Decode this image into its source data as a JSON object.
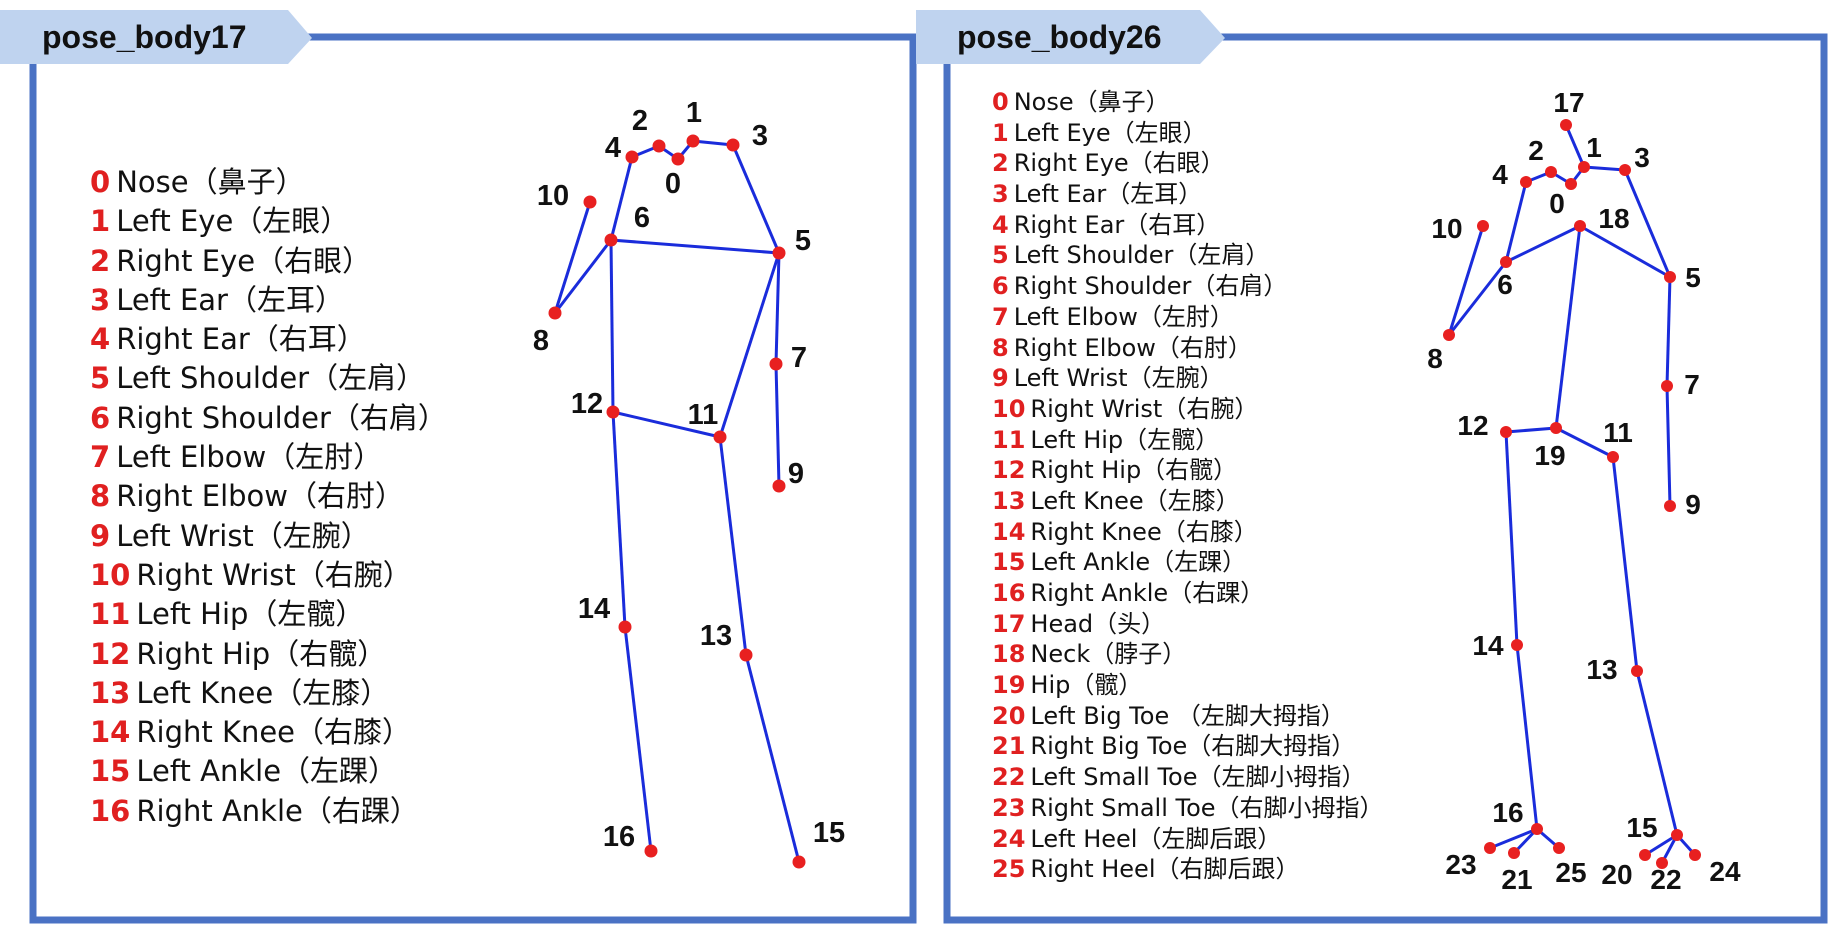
{
  "colors": {
    "frame": "#4a72c4",
    "tab_fill": "#bfd3ef",
    "bone": "#1a2cdb",
    "joint": "#e82020",
    "index_text": "#e02020"
  },
  "panels": [
    {
      "id": "body17",
      "title": "pose_body17",
      "keypoints": [
        {
          "id": "0",
          "label": "Nose（鼻子）"
        },
        {
          "id": "1",
          "label": "Left Eye（左眼）"
        },
        {
          "id": "2",
          "label": "Right Eye（右眼）"
        },
        {
          "id": "3",
          "label": "Left Ear（左耳）"
        },
        {
          "id": "4",
          "label": "Right Ear（右耳）"
        },
        {
          "id": "5",
          "label": "Left Shoulder（左肩）"
        },
        {
          "id": "6",
          "label": "Right Shoulder（右肩）"
        },
        {
          "id": "7",
          "label": "Left Elbow（左肘）"
        },
        {
          "id": "8",
          "label": "Right Elbow（右肘）"
        },
        {
          "id": "9",
          "label": "Left Wrist（左腕）"
        },
        {
          "id": "10",
          "label": "Right Wrist（右腕）"
        },
        {
          "id": "11",
          "label": "Left Hip（左髋）"
        },
        {
          "id": "12",
          "label": "Right Hip（右髋）"
        },
        {
          "id": "13",
          "label": "Left Knee（左膝）"
        },
        {
          "id": "14",
          "label": "Right Knee（右膝）"
        },
        {
          "id": "15",
          "label": "Left Ankle（左踝）"
        },
        {
          "id": "16",
          "label": "Right Ankle（右踝）"
        }
      ]
    },
    {
      "id": "body26",
      "title": "pose_body26",
      "keypoints": [
        {
          "id": "0",
          "label": "Nose（鼻子）"
        },
        {
          "id": "1",
          "label": "Left Eye（左眼）"
        },
        {
          "id": "2",
          "label": "Right Eye（右眼）"
        },
        {
          "id": "3",
          "label": "Left Ear（左耳）"
        },
        {
          "id": "4",
          "label": "Right Ear（右耳）"
        },
        {
          "id": "5",
          "label": "Left Shoulder（左肩）"
        },
        {
          "id": "6",
          "label": "Right Shoulder（右肩）"
        },
        {
          "id": "7",
          "label": "Left Elbow（左肘）"
        },
        {
          "id": "8",
          "label": "Right Elbow（右肘）"
        },
        {
          "id": "9",
          "label": "Left Wrist（左腕）"
        },
        {
          "id": "10",
          "label": "Right Wrist（右腕）"
        },
        {
          "id": "11",
          "label": "Left Hip（左髋）"
        },
        {
          "id": "12",
          "label": "Right Hip（右髋）"
        },
        {
          "id": "13",
          "label": "Left Knee（左膝）"
        },
        {
          "id": "14",
          "label": "Right Knee（右膝）"
        },
        {
          "id": "15",
          "label": "Left Ankle（左踝）"
        },
        {
          "id": "16",
          "label": "Right Ankle（右踝）"
        },
        {
          "id": "17",
          "label": "Head（头）"
        },
        {
          "id": "18",
          "label": "Neck（脖子）"
        },
        {
          "id": "19",
          "label": "Hip（髋）"
        },
        {
          "id": "20",
          "label": "Left Big Toe （左脚大拇指）"
        },
        {
          "id": "21",
          "label": "Right Big Toe（右脚大拇指）"
        },
        {
          "id": "22",
          "label": "Left Small Toe（左脚小拇指）"
        },
        {
          "id": "23",
          "label": "Right Small Toe（右脚小拇指）"
        },
        {
          "id": "24",
          "label": "Left Heel（左脚后跟）"
        },
        {
          "id": "25",
          "label": "Right Heel（右脚后跟）"
        }
      ]
    }
  ]
}
